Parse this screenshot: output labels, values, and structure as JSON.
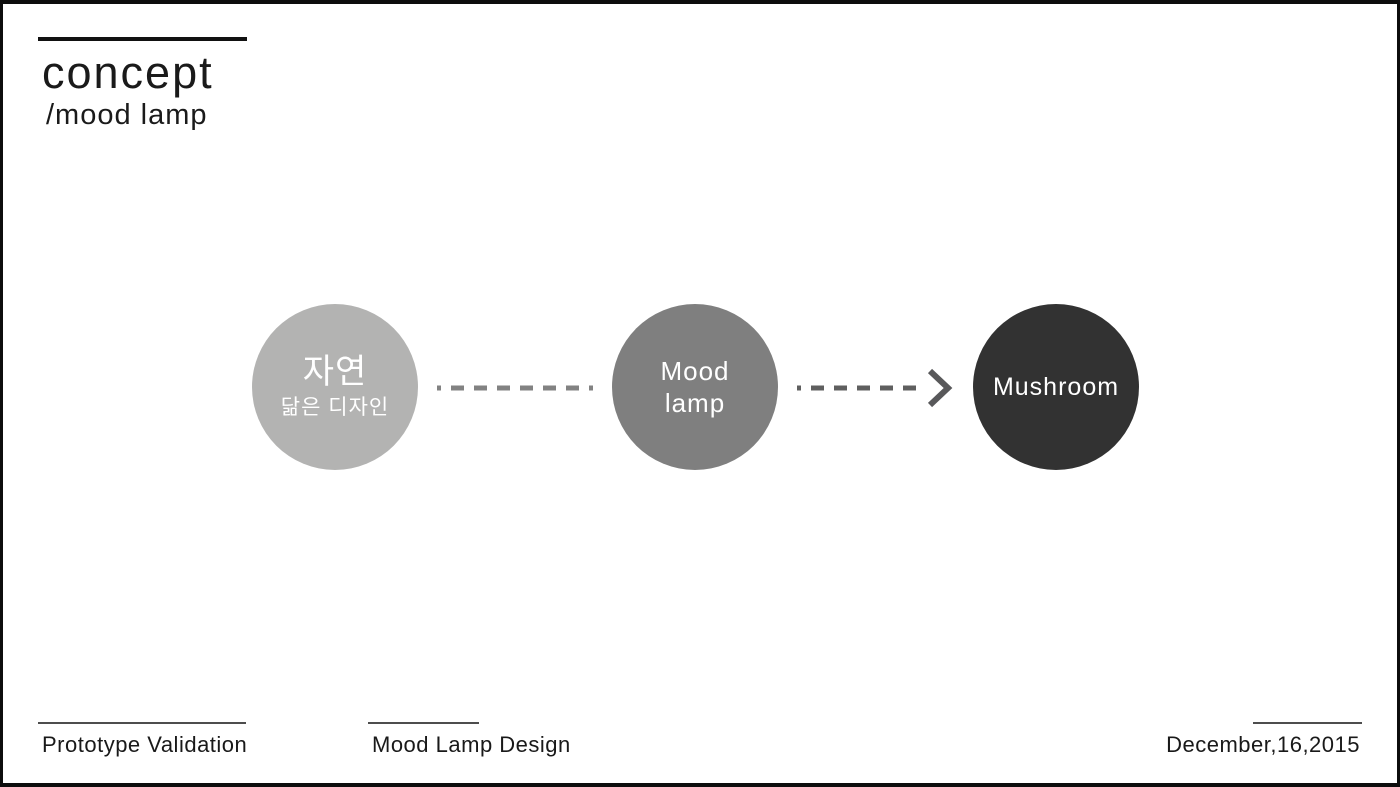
{
  "header": {
    "title": "concept",
    "subtitle": "/mood lamp"
  },
  "diagram": {
    "nodes": [
      {
        "id": "nature-design",
        "line1": "자연",
        "line2": "닮은 디자인",
        "fill_color": "#b3b3b2",
        "text_color": "#ffffff"
      },
      {
        "id": "mood-lamp",
        "line1": "Mood",
        "line2": "lamp",
        "fill_color": "#7f7f7f",
        "text_color": "#ffffff"
      },
      {
        "id": "mushroom",
        "line1": "Mushroom",
        "line2": "",
        "fill_color": "#323232",
        "text_color": "#ffffff"
      }
    ],
    "connectors": [
      {
        "from": "nature-design",
        "to": "mood-lamp",
        "style": "dashed",
        "arrowhead": false,
        "color": "#828282"
      },
      {
        "from": "mood-lamp",
        "to": "mushroom",
        "style": "dashed",
        "arrowhead": true,
        "color": "#5f5f5f"
      }
    ]
  },
  "footer": {
    "left": "Prototype Validation",
    "middle": "Mood Lamp Design",
    "right": "December,16,2015"
  },
  "colors": {
    "background": "#ffffff",
    "frame_border": "#0d0d0d",
    "text": "#1a1a1a",
    "rule": "#4d4d4d"
  }
}
